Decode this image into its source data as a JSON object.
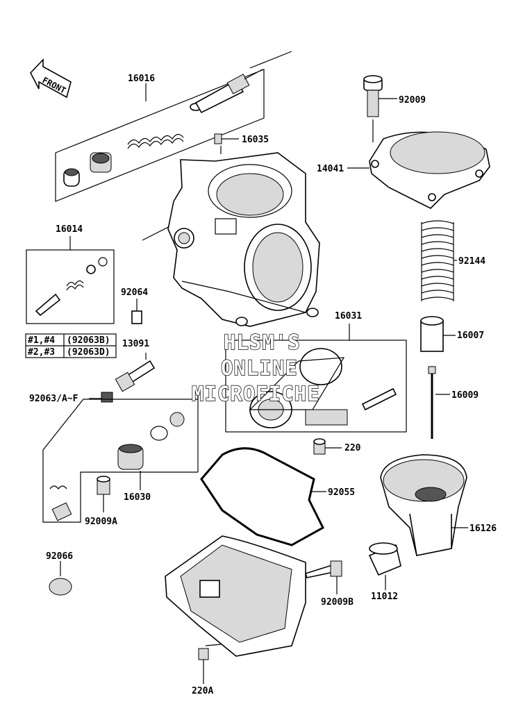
{
  "front_arrow_label": "FRONT",
  "watermark": [
    "HLSM'S",
    "ONLINE",
    "MICROFICHE"
  ],
  "callouts": {
    "p16016": "16016",
    "p16035": "16035",
    "p92009": "92009",
    "p14041": "14041",
    "p16014": "16014",
    "p92064": "92064",
    "p13091": "13091",
    "p92063": "92063/A~F",
    "p92144": "92144",
    "p16031": "16031",
    "p16007": "16007",
    "p16009": "16009",
    "p220": "220",
    "p16030": "16030",
    "p92009A": "92009A",
    "p92055": "92055",
    "p16126": "16126",
    "p92066": "92066",
    "p92009B": "92009B",
    "p11012": "11012",
    "p220A": "220A"
  },
  "cylinder_table": [
    {
      "cyl": "#1,#4",
      "part": "(92063B)"
    },
    {
      "cyl": "#2,#3",
      "part": "(92063D)"
    }
  ]
}
